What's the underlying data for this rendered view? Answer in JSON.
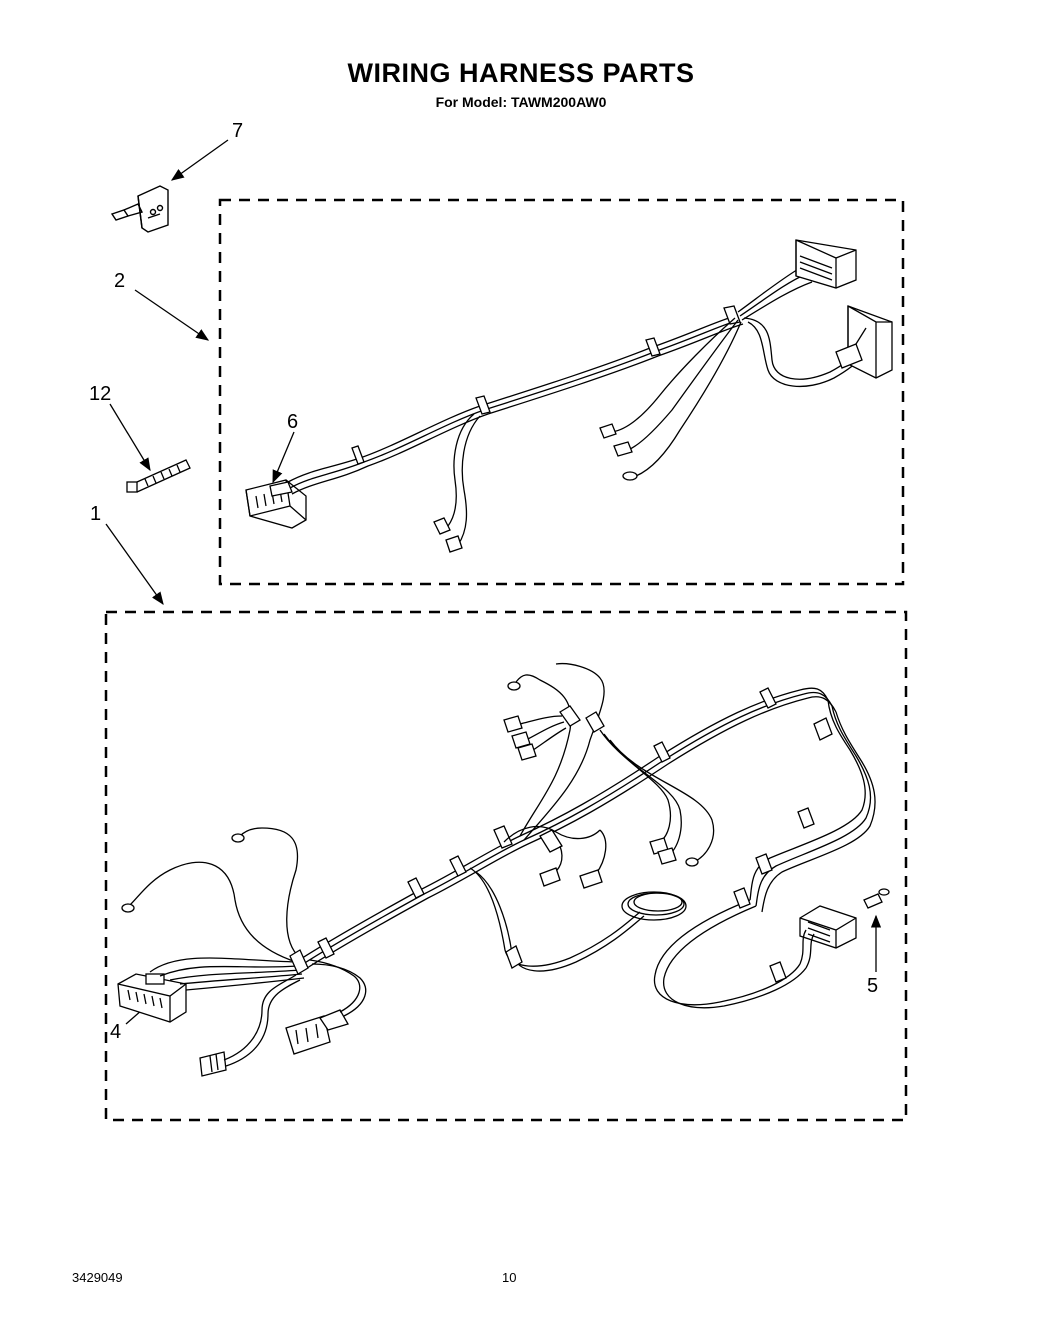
{
  "header": {
    "title": "WIRING HARNESS PARTS",
    "subtitle": "For Model: TAWM200AW0"
  },
  "callouts": [
    "7",
    "2",
    "12",
    "6",
    "1",
    "4",
    "5"
  ],
  "footer": {
    "doc_number": "3429049",
    "page_number": "10"
  }
}
